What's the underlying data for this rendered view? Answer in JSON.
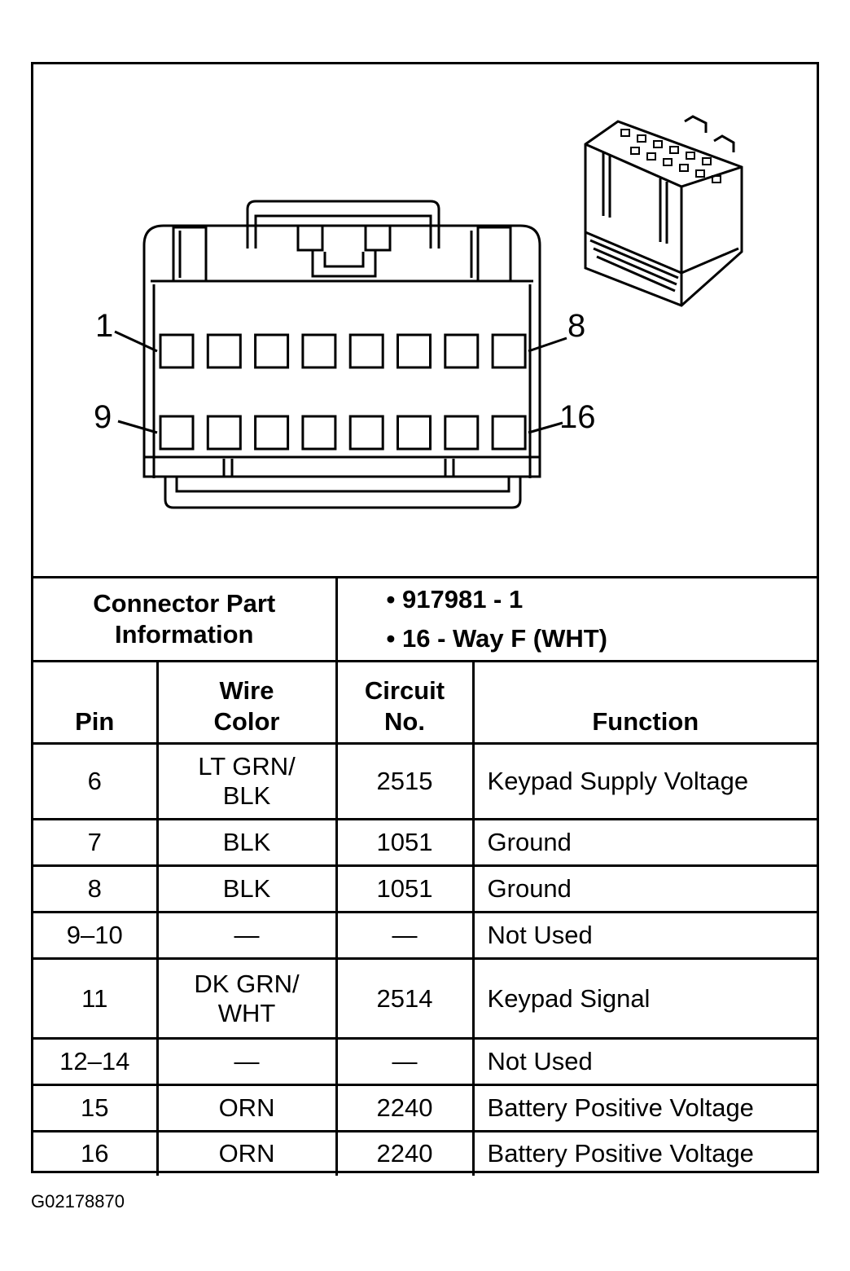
{
  "pin_labels": {
    "top_left": "1",
    "top_right": "8",
    "bottom_left": "9",
    "bottom_right": "16"
  },
  "connector_info": {
    "label_line1": "Connector Part",
    "label_line2": "Information",
    "part_number": "917981 - 1",
    "description": "16 - Way F (WHT)"
  },
  "columns": {
    "pin": "Pin",
    "wire_line1": "Wire",
    "wire_line2": "Color",
    "circuit_line1": "Circuit",
    "circuit_line2": "No.",
    "function": "Function"
  },
  "rows": [
    {
      "pin": "6",
      "wire1": "LT GRN/",
      "wire2": "BLK",
      "circuit": "2515",
      "function": "Keypad Supply Voltage"
    },
    {
      "pin": "7",
      "wire1": "BLK",
      "wire2": "",
      "circuit": "1051",
      "function": "Ground"
    },
    {
      "pin": "8",
      "wire1": "BLK",
      "wire2": "",
      "circuit": "1051",
      "function": "Ground"
    },
    {
      "pin": "9–10",
      "wire1": "—",
      "wire2": "",
      "circuit": "—",
      "function": "Not Used"
    },
    {
      "pin": "11",
      "wire1": "DK GRN/",
      "wire2": "WHT",
      "circuit": "2514",
      "function": "Keypad Signal"
    },
    {
      "pin": "12–14",
      "wire1": "—",
      "wire2": "",
      "circuit": "—",
      "function": "Not Used"
    },
    {
      "pin": "15",
      "wire1": "ORN",
      "wire2": "",
      "circuit": "2240",
      "function": "Battery Positive Voltage"
    },
    {
      "pin": "16",
      "wire1": "ORN",
      "wire2": "",
      "circuit": "2240",
      "function": "Battery Positive Voltage"
    }
  ],
  "figure_code": "G02178870"
}
